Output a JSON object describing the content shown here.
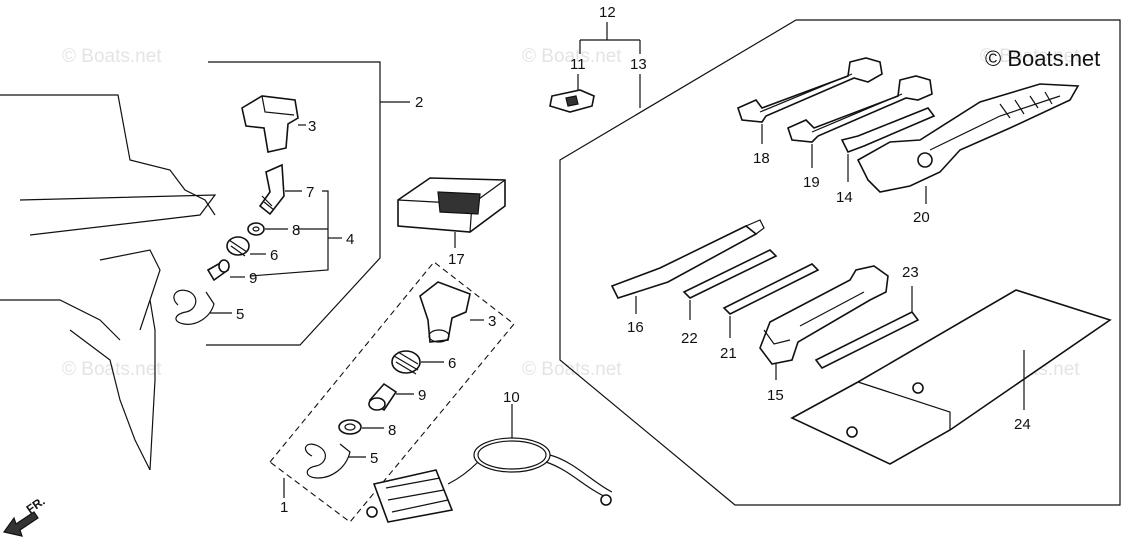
{
  "watermarks": [
    "© Boats.net",
    "© Boats.net",
    "© Boats.net",
    "© Boats.net",
    "© Boats.net",
    "© Boats.net"
  ],
  "copyright": "© Boats.net",
  "direction": "FR.",
  "callouts": {
    "c1": "1",
    "c2": "2",
    "c3a": "3",
    "c3b": "3",
    "c4": "4",
    "c5a": "5",
    "c5b": "5",
    "c6a": "6",
    "c6b": "6",
    "c7": "7",
    "c8a": "8",
    "c8b": "8",
    "c9a": "9",
    "c9b": "9",
    "c10": "10",
    "c11": "11",
    "c12": "12",
    "c13": "13",
    "c14": "14",
    "c15": "15",
    "c16": "16",
    "c17": "17",
    "c18": "18",
    "c19": "19",
    "c20": "20",
    "c21": "21",
    "c22": "22",
    "c23": "23",
    "c24": "24"
  }
}
